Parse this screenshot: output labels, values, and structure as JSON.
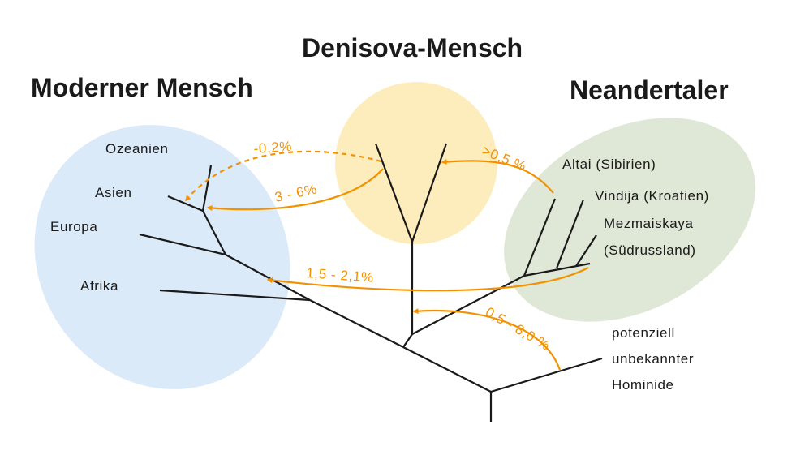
{
  "groups": {
    "modern": {
      "label": "Moderner Mensch",
      "color": "#dbeaf8"
    },
    "denisova": {
      "label": "Denisova-Mensch",
      "color": "#fdedbc"
    },
    "neanderthal": {
      "label": "Neandertaler",
      "color": "#dfe8d6"
    }
  },
  "leaves": {
    "oceania": "Ozeanien",
    "asia": "Asien",
    "europe": "Europa",
    "africa": "Afrika",
    "altai": "Altai (Sibirien)",
    "vindija": "Vindija (Kroatien)",
    "mezmaiskaya_1": "Mezmaiskaya",
    "mezmaiskaya_2": "(Südrussland)",
    "unknown_1": "potenziell",
    "unknown_2": "unbekannter",
    "unknown_3": "Hominide"
  },
  "gene_flows": {
    "denisova_to_oceania": "-0,2%",
    "denisova_to_asia": "3 - 6%",
    "altai_to_denisova": ">0,5 %",
    "neanderthal_to_modern": "1,5 - 2,1%",
    "unknown_to_denisova": "0,5 - 8,0 %"
  },
  "colors": {
    "branch": "#1a1a1a",
    "arrow": "#f39200"
  }
}
